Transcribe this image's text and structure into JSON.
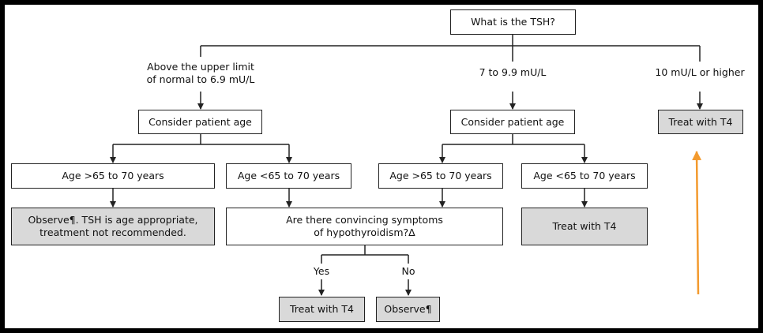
{
  "colors": {
    "frame": "#000000",
    "background": "#ffffff",
    "line": "#222222",
    "box_border": "#222222",
    "action_fill": "#d9d9d9",
    "highlight_arrow": "#f39a2e"
  },
  "diagram": {
    "root": "What is the TSH?",
    "branches": {
      "low": {
        "label_line1": "Above the upper limit",
        "label_line2": "of normal to 6.9 mU/L",
        "consider": "Consider patient age",
        "older": "Age >65 to 70 years",
        "younger": "Age <65 to 70 years",
        "older_outcome_line1": "Observe¶. TSH is age appropriate,",
        "older_outcome_line2": "treatment not recommended.",
        "question_line1": "Are there convincing symptoms",
        "question_line2": "of hypothyroidism?Δ",
        "yes": "Yes",
        "no": "No",
        "yes_outcome": "Treat with T4",
        "no_outcome": "Observe¶"
      },
      "mid": {
        "label": "7 to 9.9 mU/L",
        "consider": "Consider patient age",
        "older": "Age >65 to 70 years",
        "younger": "Age <65 to 70 years",
        "younger_outcome": "Treat with T4"
      },
      "high": {
        "label": "10 mU/L or higher",
        "outcome": "Treat with T4"
      }
    }
  }
}
